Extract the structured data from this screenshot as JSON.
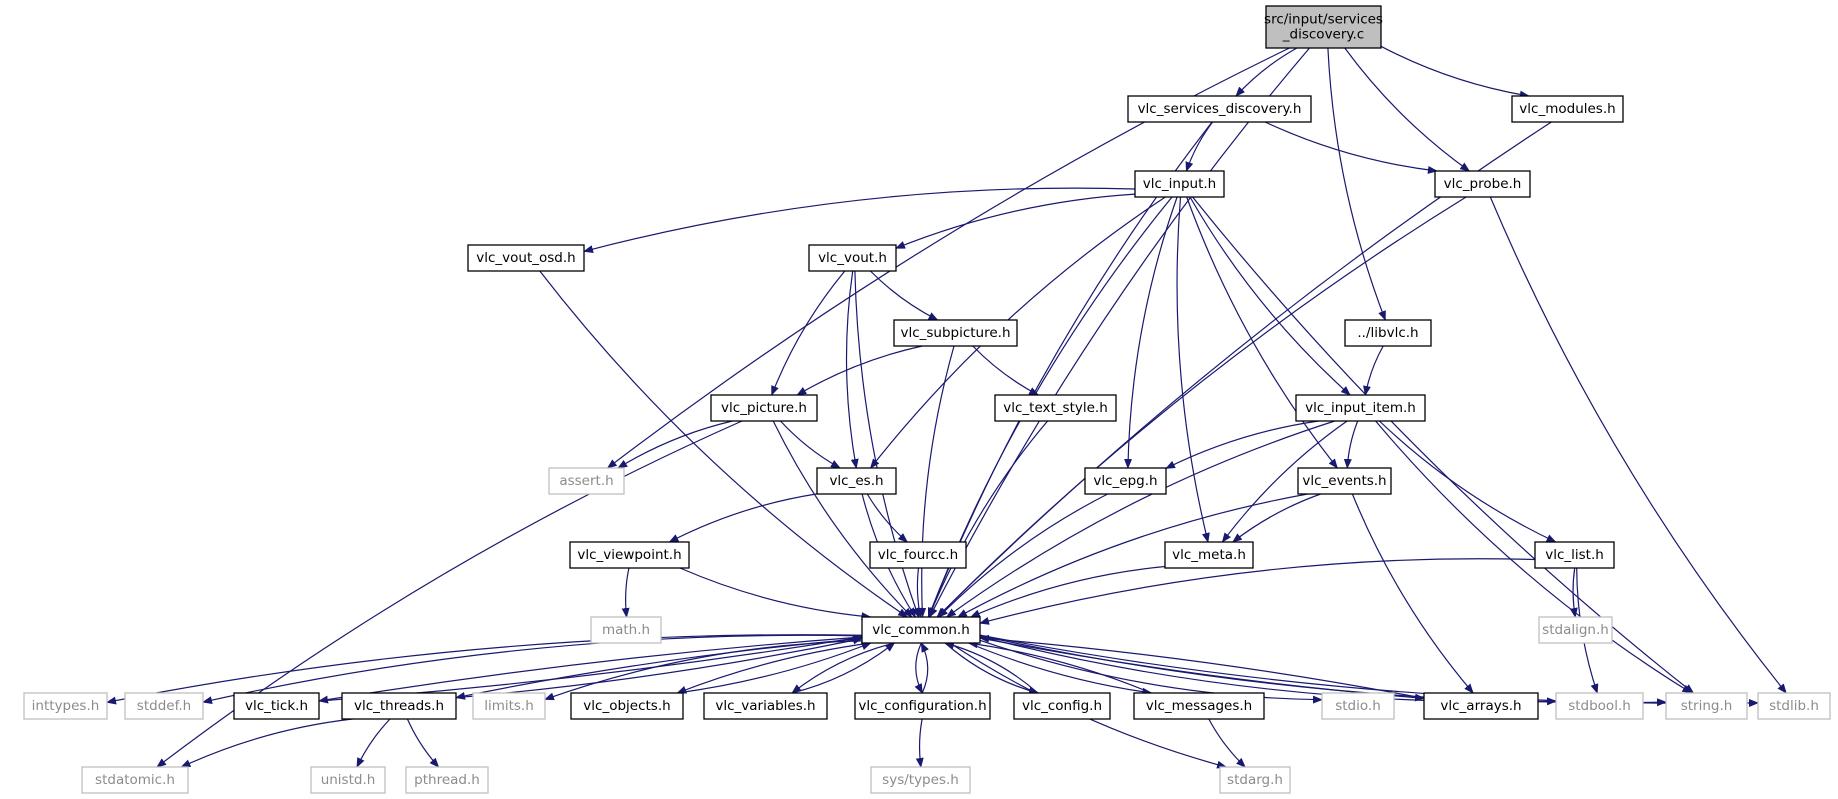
{
  "diagram": {
    "colors": {
      "edge": "#191970",
      "node_border": "#000000",
      "node_fill": "#ffffff",
      "root_fill": "#bfbfbf",
      "external_border": "#bfbfbf",
      "external_text": "#8c8c8c",
      "text": "#000000"
    },
    "nodes": [
      {
        "id": "root",
        "lines": [
          "src/input/services",
          "_discovery.c"
        ],
        "kind": "root"
      },
      {
        "id": "vlc_services_discovery",
        "lines": [
          "vlc_services_discovery.h"
        ],
        "kind": "header"
      },
      {
        "id": "vlc_modules",
        "lines": [
          "vlc_modules.h"
        ],
        "kind": "header"
      },
      {
        "id": "vlc_input",
        "lines": [
          "vlc_input.h"
        ],
        "kind": "header"
      },
      {
        "id": "vlc_probe",
        "lines": [
          "vlc_probe.h"
        ],
        "kind": "header"
      },
      {
        "id": "vlc_vout_osd",
        "lines": [
          "vlc_vout_osd.h"
        ],
        "kind": "header"
      },
      {
        "id": "vlc_vout",
        "lines": [
          "vlc_vout.h"
        ],
        "kind": "header"
      },
      {
        "id": "vlc_subpicture",
        "lines": [
          "vlc_subpicture.h"
        ],
        "kind": "header"
      },
      {
        "id": "libvlc",
        "lines": [
          "../libvlc.h"
        ],
        "kind": "header"
      },
      {
        "id": "vlc_picture",
        "lines": [
          "vlc_picture.h"
        ],
        "kind": "header"
      },
      {
        "id": "vlc_text_style",
        "lines": [
          "vlc_text_style.h"
        ],
        "kind": "header"
      },
      {
        "id": "vlc_input_item",
        "lines": [
          "vlc_input_item.h"
        ],
        "kind": "header"
      },
      {
        "id": "assert",
        "lines": [
          "assert.h"
        ],
        "kind": "external"
      },
      {
        "id": "vlc_es",
        "lines": [
          "vlc_es.h"
        ],
        "kind": "header"
      },
      {
        "id": "vlc_epg",
        "lines": [
          "vlc_epg.h"
        ],
        "kind": "header"
      },
      {
        "id": "vlc_events",
        "lines": [
          "vlc_events.h"
        ],
        "kind": "header"
      },
      {
        "id": "vlc_viewpoint",
        "lines": [
          "vlc_viewpoint.h"
        ],
        "kind": "header"
      },
      {
        "id": "vlc_fourcc",
        "lines": [
          "vlc_fourcc.h"
        ],
        "kind": "header"
      },
      {
        "id": "vlc_meta",
        "lines": [
          "vlc_meta.h"
        ],
        "kind": "header"
      },
      {
        "id": "vlc_list",
        "lines": [
          "vlc_list.h"
        ],
        "kind": "header"
      },
      {
        "id": "math",
        "lines": [
          "math.h"
        ],
        "kind": "external"
      },
      {
        "id": "vlc_common",
        "lines": [
          "vlc_common.h"
        ],
        "kind": "header"
      },
      {
        "id": "stdalign",
        "lines": [
          "stdalign.h"
        ],
        "kind": "external"
      },
      {
        "id": "inttypes",
        "lines": [
          "inttypes.h"
        ],
        "kind": "external"
      },
      {
        "id": "stddef",
        "lines": [
          "stddef.h"
        ],
        "kind": "external"
      },
      {
        "id": "vlc_tick",
        "lines": [
          "vlc_tick.h"
        ],
        "kind": "header"
      },
      {
        "id": "vlc_threads",
        "lines": [
          "vlc_threads.h"
        ],
        "kind": "header"
      },
      {
        "id": "limits",
        "lines": [
          "limits.h"
        ],
        "kind": "external"
      },
      {
        "id": "vlc_objects",
        "lines": [
          "vlc_objects.h"
        ],
        "kind": "header"
      },
      {
        "id": "vlc_variables",
        "lines": [
          "vlc_variables.h"
        ],
        "kind": "header"
      },
      {
        "id": "vlc_configuration",
        "lines": [
          "vlc_configuration.h"
        ],
        "kind": "header"
      },
      {
        "id": "vlc_config",
        "lines": [
          "vlc_config.h"
        ],
        "kind": "header"
      },
      {
        "id": "vlc_messages",
        "lines": [
          "vlc_messages.h"
        ],
        "kind": "header"
      },
      {
        "id": "stdio",
        "lines": [
          "stdio.h"
        ],
        "kind": "external"
      },
      {
        "id": "vlc_arrays",
        "lines": [
          "vlc_arrays.h"
        ],
        "kind": "header"
      },
      {
        "id": "stdbool",
        "lines": [
          "stdbool.h"
        ],
        "kind": "external"
      },
      {
        "id": "string",
        "lines": [
          "string.h"
        ],
        "kind": "external"
      },
      {
        "id": "stdlib",
        "lines": [
          "stdlib.h"
        ],
        "kind": "external"
      },
      {
        "id": "stdatomic",
        "lines": [
          "stdatomic.h"
        ],
        "kind": "external"
      },
      {
        "id": "unistd",
        "lines": [
          "unistd.h"
        ],
        "kind": "external"
      },
      {
        "id": "pthread",
        "lines": [
          "pthread.h"
        ],
        "kind": "external"
      },
      {
        "id": "sys_types",
        "lines": [
          "sys/types.h"
        ],
        "kind": "external"
      },
      {
        "id": "stdarg",
        "lines": [
          "stdarg.h"
        ],
        "kind": "external"
      }
    ],
    "edges": [
      [
        "root",
        "vlc_services_discovery"
      ],
      [
        "root",
        "vlc_modules"
      ],
      [
        "root",
        "vlc_probe"
      ],
      [
        "root",
        "libvlc"
      ],
      [
        "root",
        "assert"
      ],
      [
        "root",
        "vlc_common"
      ],
      [
        "vlc_services_discovery",
        "vlc_input"
      ],
      [
        "vlc_services_discovery",
        "vlc_probe"
      ],
      [
        "vlc_services_discovery",
        "vlc_common"
      ],
      [
        "vlc_modules",
        "vlc_common"
      ],
      [
        "vlc_probe",
        "vlc_common"
      ],
      [
        "vlc_probe",
        "stdlib"
      ],
      [
        "vlc_input",
        "vlc_vout_osd"
      ],
      [
        "vlc_input",
        "vlc_vout"
      ],
      [
        "vlc_input",
        "vlc_es"
      ],
      [
        "vlc_input",
        "vlc_epg"
      ],
      [
        "vlc_input",
        "vlc_meta"
      ],
      [
        "vlc_input",
        "vlc_events"
      ],
      [
        "vlc_input",
        "vlc_input_item"
      ],
      [
        "vlc_input",
        "string"
      ],
      [
        "vlc_input",
        "vlc_common"
      ],
      [
        "vlc_vout_osd",
        "vlc_common"
      ],
      [
        "vlc_vout",
        "vlc_subpicture"
      ],
      [
        "vlc_vout",
        "vlc_picture"
      ],
      [
        "vlc_vout",
        "vlc_es"
      ],
      [
        "vlc_vout",
        "vlc_common"
      ],
      [
        "vlc_subpicture",
        "vlc_picture"
      ],
      [
        "vlc_subpicture",
        "vlc_text_style"
      ],
      [
        "vlc_subpicture",
        "vlc_common"
      ],
      [
        "libvlc",
        "vlc_input_item"
      ],
      [
        "vlc_picture",
        "assert"
      ],
      [
        "vlc_picture",
        "vlc_es"
      ],
      [
        "vlc_picture",
        "stdatomic"
      ],
      [
        "vlc_picture",
        "vlc_common"
      ],
      [
        "vlc_text_style",
        "vlc_common"
      ],
      [
        "vlc_input_item",
        "vlc_epg"
      ],
      [
        "vlc_input_item",
        "vlc_events"
      ],
      [
        "vlc_input_item",
        "vlc_meta"
      ],
      [
        "vlc_input_item",
        "vlc_list"
      ],
      [
        "vlc_input_item",
        "string"
      ],
      [
        "vlc_input_item",
        "vlc_common"
      ],
      [
        "vlc_es",
        "vlc_viewpoint"
      ],
      [
        "vlc_es",
        "vlc_fourcc"
      ],
      [
        "vlc_es",
        "vlc_common"
      ],
      [
        "vlc_epg",
        "vlc_common"
      ],
      [
        "vlc_events",
        "vlc_meta"
      ],
      [
        "vlc_events",
        "vlc_arrays"
      ],
      [
        "vlc_events",
        "vlc_common"
      ],
      [
        "vlc_viewpoint",
        "math"
      ],
      [
        "vlc_viewpoint",
        "vlc_common"
      ],
      [
        "vlc_fourcc",
        "vlc_common"
      ],
      [
        "vlc_meta",
        "vlc_common"
      ],
      [
        "vlc_list",
        "stdalign"
      ],
      [
        "vlc_list",
        "stdbool"
      ],
      [
        "vlc_list",
        "vlc_common"
      ],
      [
        "vlc_common",
        "inttypes"
      ],
      [
        "vlc_common",
        "stddef"
      ],
      [
        "vlc_common",
        "vlc_tick"
      ],
      [
        "vlc_common",
        "vlc_threads"
      ],
      [
        "vlc_common",
        "limits"
      ],
      [
        "vlc_common",
        "vlc_objects"
      ],
      [
        "vlc_common",
        "vlc_variables"
      ],
      [
        "vlc_common",
        "vlc_configuration"
      ],
      [
        "vlc_common",
        "vlc_config"
      ],
      [
        "vlc_common",
        "vlc_messages"
      ],
      [
        "vlc_common",
        "stdio"
      ],
      [
        "vlc_common",
        "vlc_arrays"
      ],
      [
        "vlc_common",
        "stdbool"
      ],
      [
        "vlc_common",
        "string"
      ],
      [
        "vlc_common",
        "stdlib"
      ],
      [
        "vlc_common",
        "stdarg"
      ],
      [
        "vlc_tick",
        "vlc_common"
      ],
      [
        "vlc_threads",
        "vlc_common"
      ],
      [
        "vlc_threads",
        "stdatomic"
      ],
      [
        "vlc_threads",
        "unistd"
      ],
      [
        "vlc_threads",
        "pthread"
      ],
      [
        "vlc_objects",
        "vlc_common"
      ],
      [
        "vlc_variables",
        "vlc_common"
      ],
      [
        "vlc_configuration",
        "vlc_common"
      ],
      [
        "vlc_configuration",
        "sys_types"
      ],
      [
        "vlc_config",
        "vlc_common"
      ],
      [
        "vlc_messages",
        "vlc_common"
      ],
      [
        "vlc_messages",
        "stdarg"
      ],
      [
        "vlc_arrays",
        "vlc_common"
      ]
    ]
  }
}
